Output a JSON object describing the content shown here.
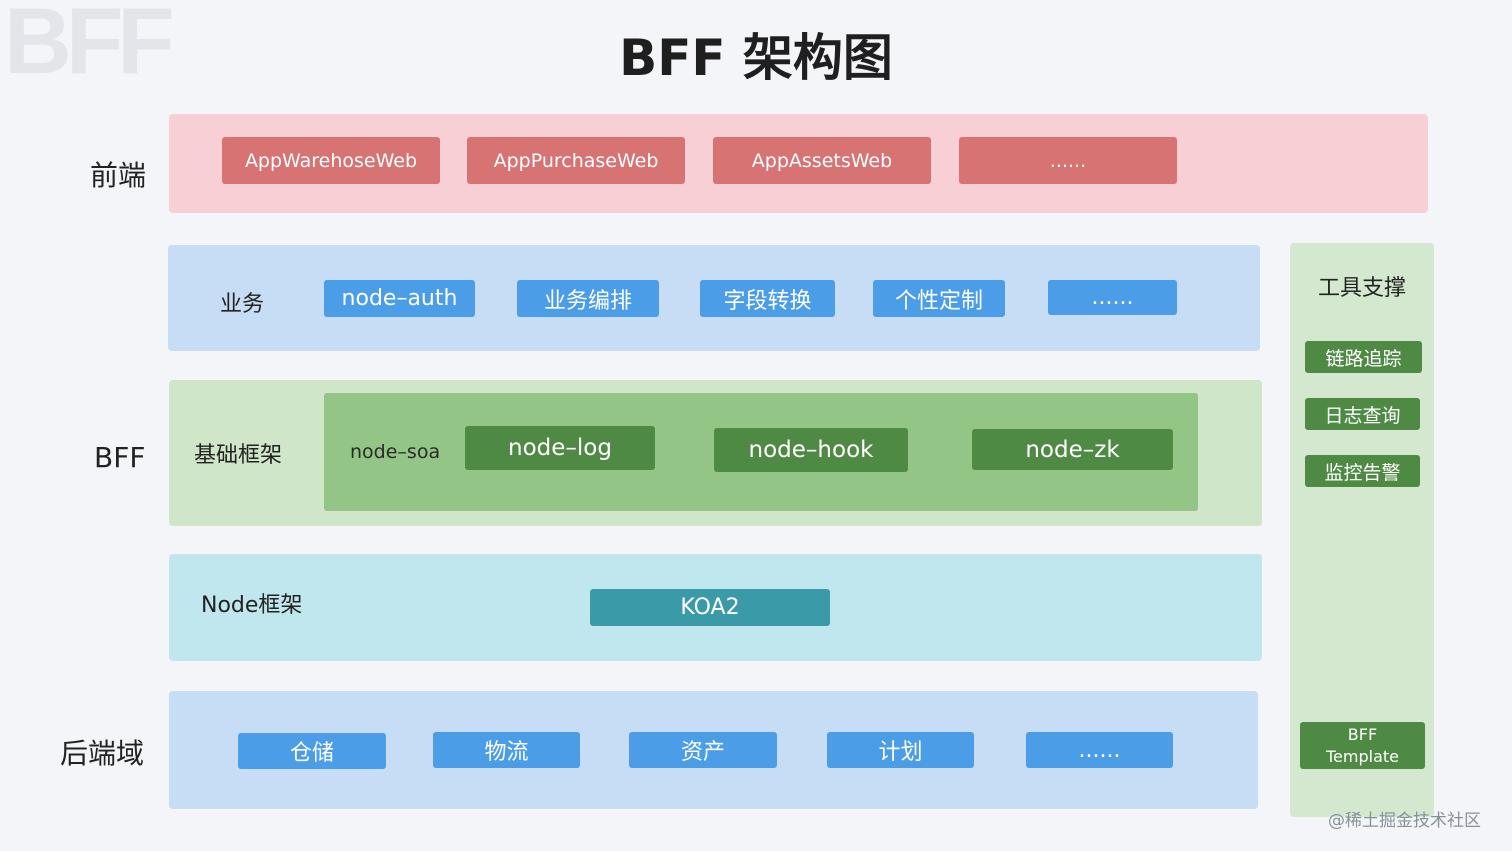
{
  "watermark_logo": "BFF",
  "title": "BFF 架构图",
  "labels": {
    "frontend": "前端",
    "bff": "BFF",
    "backend": "后端域"
  },
  "frontend": {
    "items": [
      "AppWarehoseWeb",
      "AppPurchaseWeb",
      "AppAssetsWeb",
      "......"
    ]
  },
  "business": {
    "label": "业务",
    "items": [
      "node–auth",
      "业务编排",
      "字段转换",
      "个性定制",
      "......"
    ]
  },
  "base": {
    "label": "基础框架",
    "inner_label": "node–soa",
    "items": [
      "node–log",
      "node–hook",
      "node–zk"
    ]
  },
  "node_framework": {
    "label": "Node框架",
    "item": "KOA2"
  },
  "backend": {
    "items": [
      "仓储",
      "物流",
      "资产",
      "计划",
      "......"
    ]
  },
  "tools": {
    "title": "工具支撑",
    "items": [
      "链路追踪",
      "日志查询",
      "监控告警"
    ],
    "template_line1": "BFF",
    "template_line2": "Template"
  },
  "credit": "@稀土掘金技术社区",
  "colors": {
    "frontend_layer": "#f7cfd4",
    "frontend_button": "#d87373",
    "business_layer": "#c7dcf5",
    "blue_button": "#4a9de6",
    "base_layer": "#cfe6c9",
    "base_inner": "#93c586",
    "green_button": "#4f8a45",
    "node_layer": "#c1e7ee",
    "teal_button": "#3b9aa8",
    "tools_layer": "#d3e8cf"
  }
}
